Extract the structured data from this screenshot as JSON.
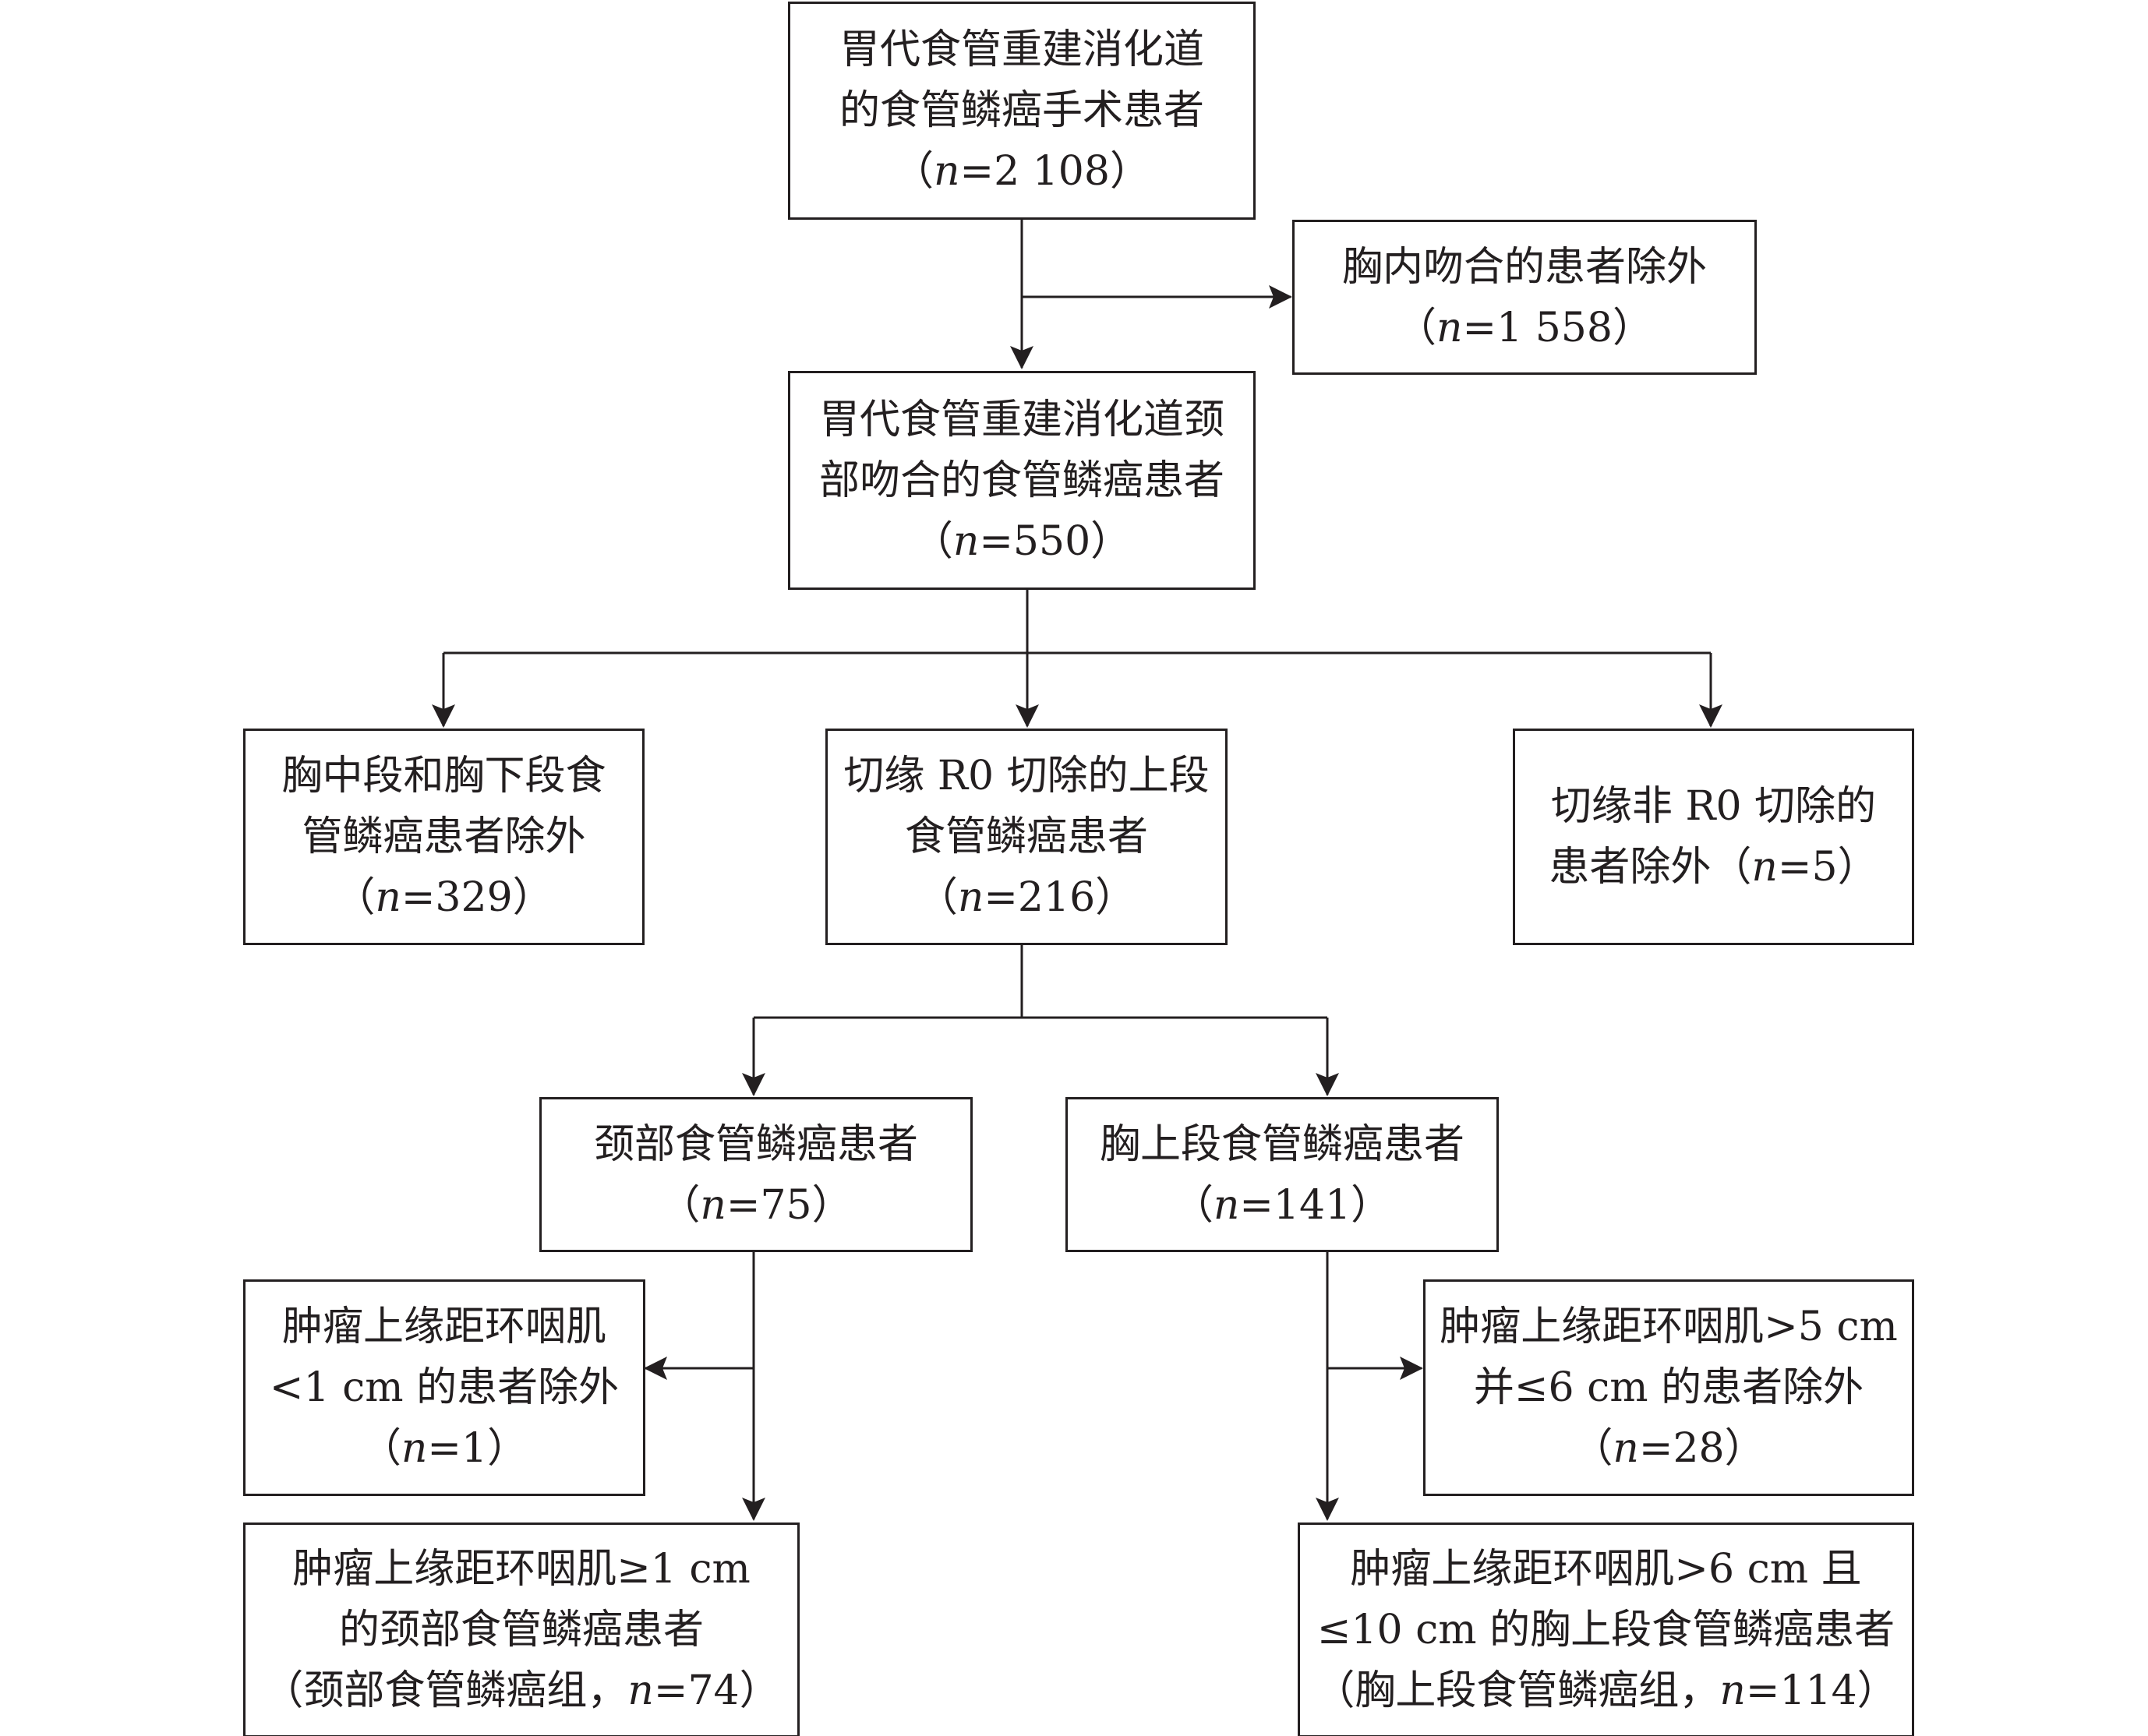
{
  "diagram": {
    "line_color": "#231f20",
    "boxes": {
      "all": {
        "lines": [
          "胃代食管重建消化道",
          "的食管鳞癌手术患者"
        ],
        "count": {
          "prefix": "（",
          "n": "n",
          "eq": "=2 108）"
        }
      },
      "excl_intrathoracic": {
        "lines": [
          "胸内吻合的患者除外"
        ],
        "count": {
          "prefix": "（",
          "n": "n",
          "eq": "=1 558）"
        }
      },
      "cervical_anastomosis": {
        "lines": [
          "胃代食管重建消化道颈",
          "部吻合的食管鳞癌患者"
        ],
        "count": {
          "prefix": "（",
          "n": "n",
          "eq": "=550）"
        }
      },
      "excl_mid_lower": {
        "lines": [
          "胸中段和胸下段食",
          "管鳞癌患者除外"
        ],
        "count": {
          "prefix": "（",
          "n": "n",
          "eq": "=329）"
        }
      },
      "r0_upper": {
        "lines": [
          "切缘 R0 切除的上段",
          "食管鳞癌患者"
        ],
        "count": {
          "prefix": "（",
          "n": "n",
          "eq": "=216）"
        }
      },
      "excl_non_r0": {
        "lines": [
          "切缘非 R0 切除的"
        ],
        "last_line": {
          "text": "患者除外（",
          "n": "n",
          "eq": "=5）"
        }
      },
      "cervical": {
        "lines": [
          "颈部食管鳞癌患者"
        ],
        "count": {
          "prefix": "（",
          "n": "n",
          "eq": "=75）"
        }
      },
      "upper_thoracic": {
        "lines": [
          "胸上段食管鳞癌患者"
        ],
        "count": {
          "prefix": "（",
          "n": "n",
          "eq": "=141）"
        }
      },
      "excl_lt1cm": {
        "lines": [
          "肿瘤上缘距环咽肌",
          "<1 cm 的患者除外"
        ],
        "count": {
          "prefix": "（",
          "n": "n",
          "eq": "=1）"
        }
      },
      "excl_5_6cm": {
        "lines": [
          "肿瘤上缘距环咽肌>5 cm",
          "并≤6 cm 的患者除外"
        ],
        "count": {
          "prefix": "（",
          "n": "n",
          "eq": "=28）"
        }
      },
      "cervical_group": {
        "lines": [
          "肿瘤上缘距环咽肌≥1 cm",
          "的颈部食管鳞癌患者"
        ],
        "count": {
          "prefix": "（颈部食管鳞癌组，",
          "n": "n",
          "eq": "=74）"
        }
      },
      "upper_group": {
        "lines": [
          "肿瘤上缘距环咽肌>6 cm 且",
          "≤10 cm 的胸上段食管鳞癌患者"
        ],
        "count": {
          "prefix": "（胸上段食管鳞癌组，",
          "n": "n",
          "eq": "=114）"
        }
      }
    }
  }
}
